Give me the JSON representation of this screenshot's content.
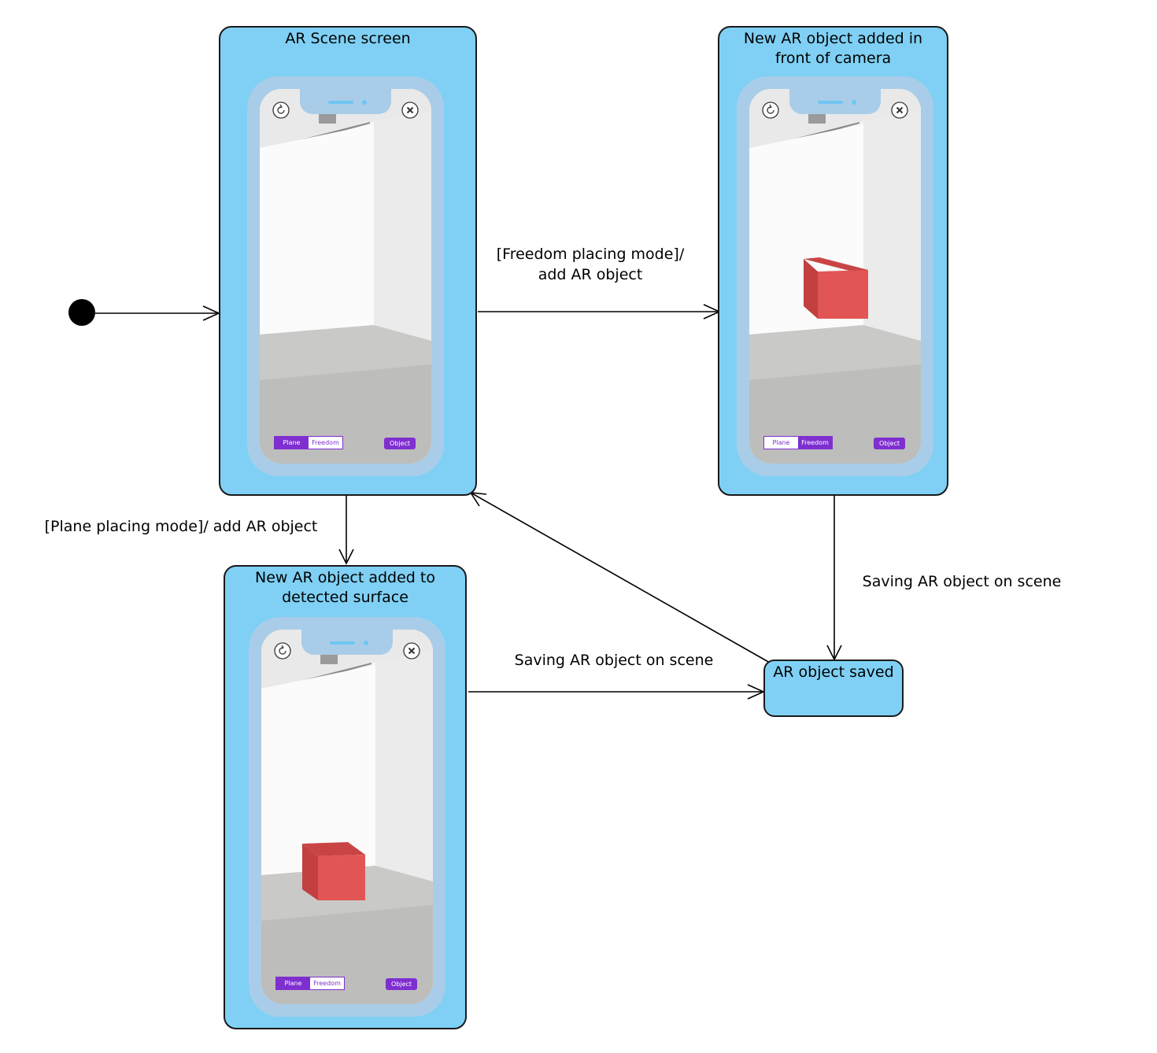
{
  "states": {
    "scene": {
      "title": "AR Scene screen"
    },
    "freedom": {
      "title_line1": "New AR object added in",
      "title_line2": "front of camera"
    },
    "plane": {
      "title_line1": "New AR object added to",
      "title_line2": "detected surface"
    },
    "saved": {
      "title": "AR object saved"
    }
  },
  "transitions": {
    "freedom_line1": "[Freedom placing mode]/",
    "freedom_line2": "add AR object",
    "plane": "[Plane placing mode]/ add AR object",
    "save_from_plane": "Saving AR object on scene",
    "save_from_freedom": "Saving AR object on scene"
  },
  "phone_ui": {
    "plane_label": "Plane",
    "freedom_label": "Freedom",
    "object_label": "Object",
    "mode_plane": "Plane",
    "mode_freedom": "Freedom"
  },
  "icons": [
    "initial-state-dot",
    "reset-icon",
    "close-icon",
    "red-cube"
  ],
  "colors": {
    "state_fill": "#7fd0f4",
    "phone_frame": "#a9cde8",
    "accent": "#7f2fd0",
    "cube": "#e25555"
  }
}
